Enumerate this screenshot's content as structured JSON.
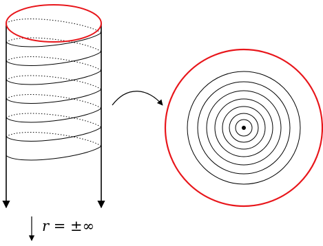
{
  "label": {
    "var": "r",
    "rest": " = ±∞"
  },
  "colors": {
    "ink": "#000000",
    "accent": "#e8161b"
  },
  "cylinder": {
    "windings": 7,
    "style": "helical spiral with dotted back segments, solid front segments"
  },
  "disk": {
    "inner_circles": 7,
    "center": "dot"
  },
  "arrows": [
    "cylinder-to-disk-map-arrow",
    "left-edge-down",
    "right-edge-down",
    "r-direction-down"
  ]
}
